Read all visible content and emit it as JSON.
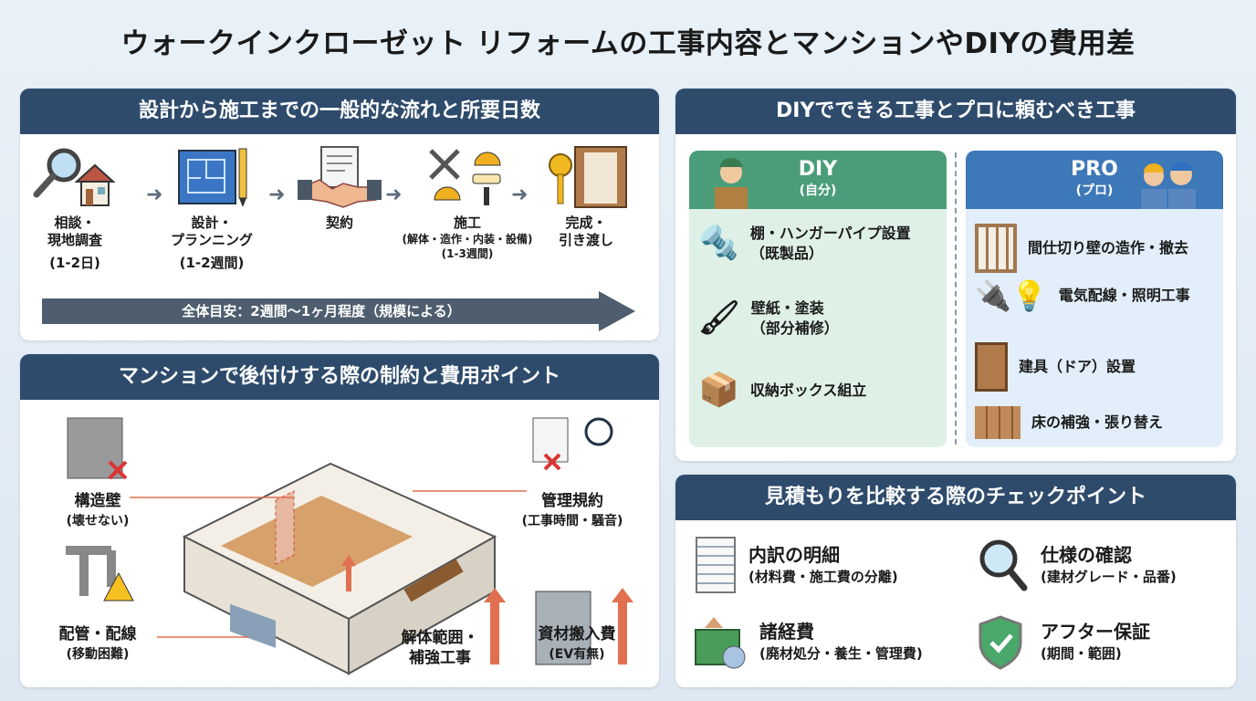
{
  "title": "ウォークインクローゼット リフォームの工事内容とマンションやDIYの費用差",
  "flow": {
    "heading": "設計から施工までの一般的な流れと所要日数",
    "steps": [
      {
        "label": "相談・\n現地調査",
        "sub": "(1-2日)",
        "icon": "magnifier-house-icon"
      },
      {
        "label": "設計・\nプランニング",
        "sub": "(1-2週間)",
        "icon": "blueprint-pencil-icon"
      },
      {
        "label": "契約",
        "sub": "",
        "icon": "contract-handshake-icon"
      },
      {
        "label": "施工",
        "sub": "(解体・造作・内装・設備)\n(1-3週間)",
        "icon": "tools-helmet-icon"
      },
      {
        "label": "完成・\n引き渡し",
        "sub": "",
        "icon": "key-closet-icon"
      }
    ],
    "total": "全体目安：2週間〜1ヶ月程度（規模による）"
  },
  "mansion": {
    "heading": "マンションで後付けする際の制約と費用ポイント",
    "points": [
      {
        "label": "構造壁",
        "sub": "(壊せない)",
        "icon": "concrete-wall-x-icon"
      },
      {
        "label": "配管・配線",
        "sub": "(移動困難)",
        "icon": "pipes-warning-icon"
      },
      {
        "label": "管理規約",
        "sub": "(工事時間・騒音)",
        "icon": "rules-clock-icon"
      },
      {
        "label": "解体範囲・\n補強工事",
        "sub": "",
        "icon": "hammer-beam-icon"
      },
      {
        "label": "資材搬入費",
        "sub": "(EV有無)",
        "icon": "elevator-stairs-icon"
      }
    ]
  },
  "diypro": {
    "heading": "DIYでできる工事とプロに頼むべき工事",
    "diy": {
      "title": "DIY",
      "sub": "(自分)",
      "color": "#4a9d78",
      "items": [
        {
          "label": "棚・ハンガーパイプ設置\n（既製品）",
          "icon": "shelf-drill-icon"
        },
        {
          "label": "壁紙・塗装\n（部分補修）",
          "icon": "wallpaper-brush-icon"
        },
        {
          "label": "収納ボックス組立",
          "icon": "cardboard-box-icon"
        }
      ]
    },
    "pro": {
      "title": "PRO",
      "sub": "(プロ)",
      "color": "#3d78b8",
      "items": [
        {
          "label": "間仕切り壁の造作・撤去",
          "icon": "wall-frame-icon"
        },
        {
          "label": "電気配線・照明工事",
          "icon": "outlet-bulb-icon"
        },
        {
          "label": "建具（ドア）設置",
          "icon": "door-icon"
        },
        {
          "label": "床の補強・張り替え",
          "icon": "flooring-icon"
        }
      ]
    }
  },
  "estimate": {
    "heading": "見積もりを比較する際のチェックポイント",
    "items": [
      {
        "title": "内訳の明細",
        "sub": "(材料費・施工費の分離)",
        "icon": "document-table-icon"
      },
      {
        "title": "仕様の確認",
        "sub": "(建材グレード・品番)",
        "icon": "magnifier-icon"
      },
      {
        "title": "諸経費",
        "sub": "(廃材処分・養生・管理費)",
        "icon": "dumpster-icon"
      },
      {
        "title": "アフター保証",
        "sub": "(期間・範囲)",
        "icon": "shield-check-icon"
      }
    ]
  },
  "colors": {
    "header": "#2e4b6c",
    "accent_red": "#e07050",
    "diy": "#4a9d78",
    "pro": "#3d78b8"
  }
}
